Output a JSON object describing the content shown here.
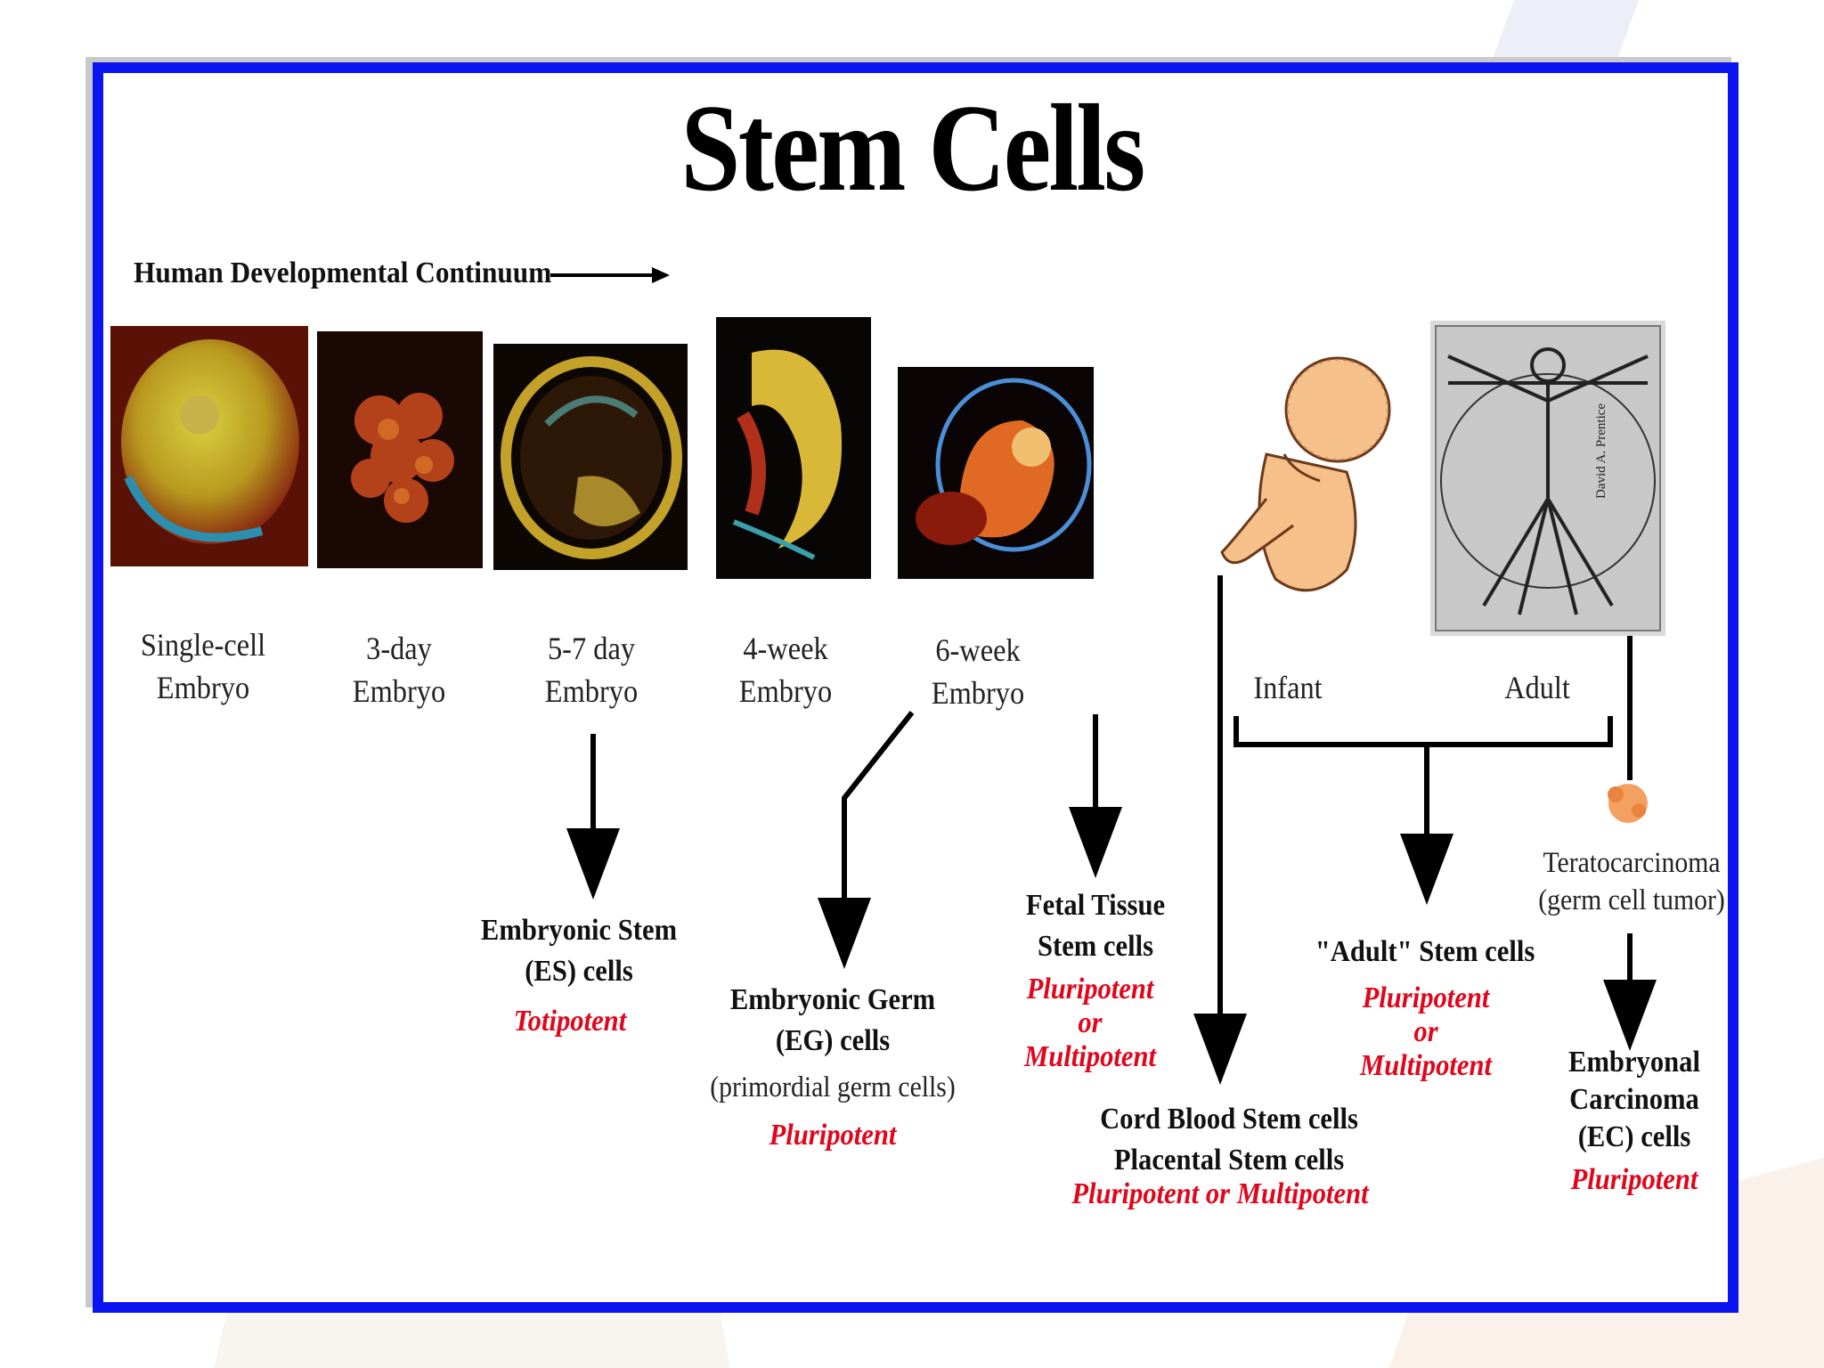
{
  "title": "Stem Cells",
  "continuum_label": "Human Developmental Continuum",
  "credit": "David A. Prentice",
  "stages": [
    {
      "line1": "Single-cell",
      "line2": "Embryo"
    },
    {
      "line1": "3-day",
      "line2": "Embryo"
    },
    {
      "line1": "5-7 day",
      "line2": "Embryo"
    },
    {
      "line1": "4-week",
      "line2": "Embryo"
    },
    {
      "line1": "6-week",
      "line2": "Embryo"
    },
    {
      "line1": "Infant"
    },
    {
      "line1": "Adult"
    }
  ],
  "teratocarcinoma": "Teratocarcinoma\n(germ cell tumor)",
  "outcomes": {
    "es": {
      "name": "Embryonic Stem\n(ES) cells",
      "potency": "Totipotent"
    },
    "eg": {
      "name": "Embryonic Germ\n(EG) cells",
      "note": "(primordial germ cells)",
      "potency": "Pluripotent"
    },
    "fetal": {
      "name": "Fetal Tissue\nStem cells",
      "potency": "Pluripotent\nor\nMultipotent"
    },
    "cord": {
      "name": "Cord Blood Stem cells\nPlacental Stem cells",
      "potency": "Pluripotent or Multipotent"
    },
    "adult": {
      "name": "\"Adult\" Stem cells",
      "potency": "Pluripotent\nor\nMultipotent"
    },
    "ec": {
      "name": "Embryonal\nCarcinoma\n(EC) cells",
      "potency": "Pluripotent"
    }
  },
  "colors": {
    "frame": "#0a14f0",
    "potency": "#e0061b"
  }
}
